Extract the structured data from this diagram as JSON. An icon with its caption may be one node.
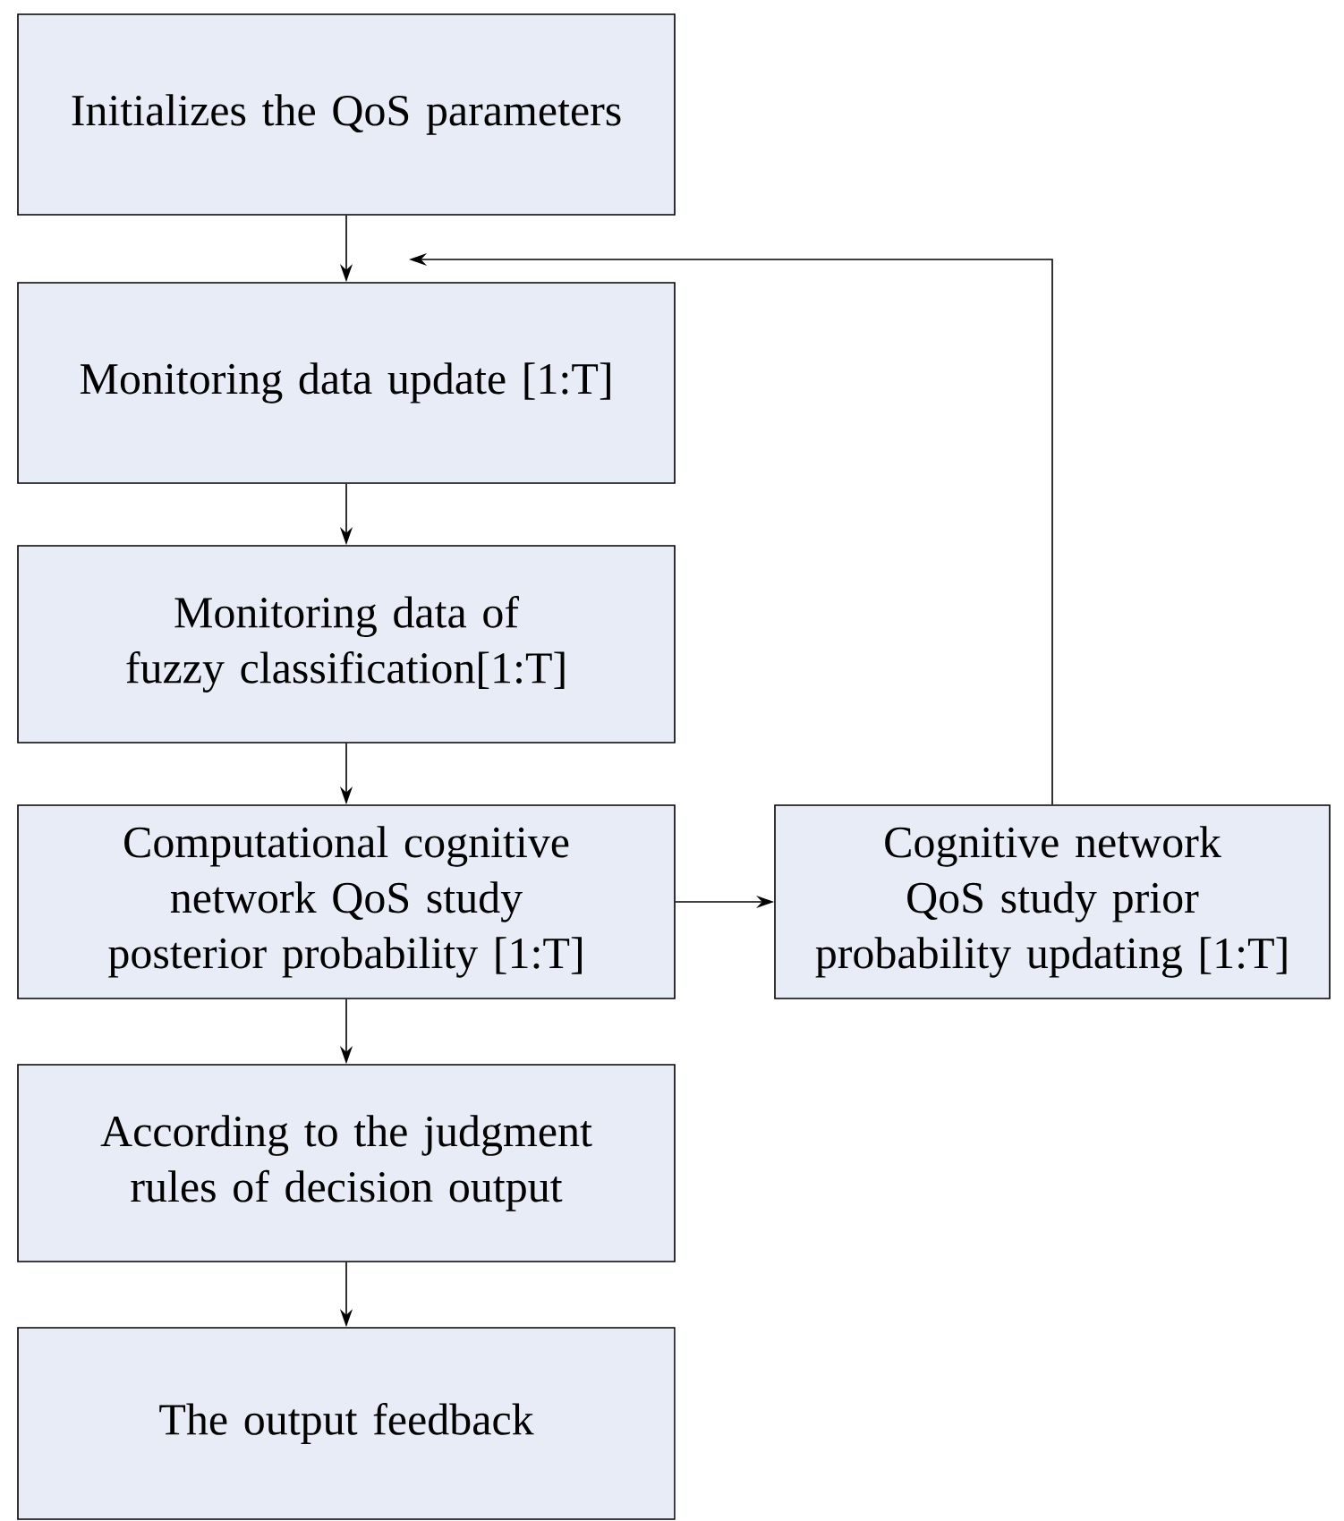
{
  "diagram": {
    "nodes": [
      {
        "text": [
          "Initializes the QoS parameters"
        ]
      },
      {
        "text": [
          "Monitoring data update [1:T]"
        ]
      },
      {
        "text": [
          "Monitoring data of fuzzy classification[1:T]"
        ]
      },
      {
        "text": [
          "Computational cognitive network QoS study posterior probability [1:T]"
        ]
      },
      {
        "text": [
          "According to the judgment rules of decision output"
        ]
      },
      {
        "text": [
          "The output feedback"
        ]
      },
      {
        "text": [
          "Cognitive network QoS study prior probability updating [1:T]"
        ]
      }
    ],
    "edges": [
      {
        "from": 0,
        "to": 1,
        "arrow": "to"
      },
      {
        "from": 1,
        "to": 2,
        "arrow": "to"
      },
      {
        "from": 2,
        "to": 3,
        "arrow": "to"
      },
      {
        "from": 3,
        "to": 4,
        "arrow": "to"
      },
      {
        "from": 4,
        "to": 5,
        "arrow": "to"
      },
      {
        "from": 3,
        "to": 6,
        "arrow": "to"
      },
      {
        "from": 6,
        "to": 1,
        "arrow": "to"
      }
    ]
  }
}
